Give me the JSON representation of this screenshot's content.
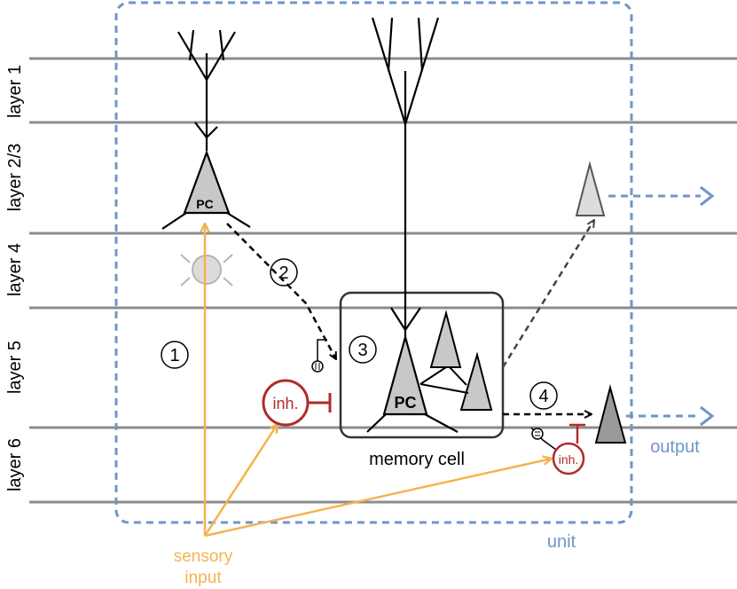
{
  "layers": [
    "layer 1",
    "layer 2/3",
    "layer 4",
    "layer 5",
    "layer 6"
  ],
  "cells": {
    "pc_label": "PC",
    "inh_label": "inh.",
    "memory_cell_label": "memory cell"
  },
  "steps": [
    "1",
    "2",
    "3",
    "4"
  ],
  "labels": {
    "unit": "unit",
    "output": "output",
    "sensory_line1": "sensory",
    "sensory_line2": "input"
  },
  "colors": {
    "layer_line": "#8c8c8c",
    "unit_box": "#6f96c8",
    "sensory": "#f5b24f",
    "inhibitory": "#b22a2a",
    "cell_fill": "#c8c8c8",
    "light_cell_fill": "#dcdcdc"
  }
}
